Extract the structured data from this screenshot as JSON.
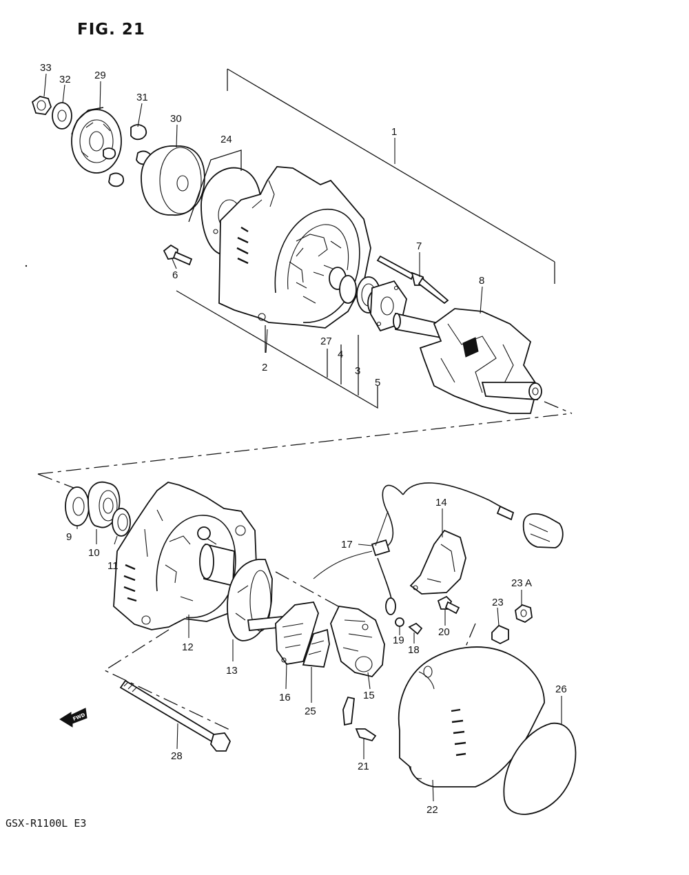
{
  "figure": {
    "title": "FIG. 21",
    "model": "GSX-R1100L E3",
    "fwd_badge": "FWD"
  },
  "callouts": [
    {
      "id": "33",
      "label": "33"
    },
    {
      "id": "32",
      "label": "32"
    },
    {
      "id": "29",
      "label": "29"
    },
    {
      "id": "31",
      "label": "31"
    },
    {
      "id": "30",
      "label": "30"
    },
    {
      "id": "24",
      "label": "24"
    },
    {
      "id": "1",
      "label": "1"
    },
    {
      "id": "7",
      "label": "7"
    },
    {
      "id": "8",
      "label": "8"
    },
    {
      "id": "6",
      "label": "6"
    },
    {
      "id": "27",
      "label": "27"
    },
    {
      "id": "4",
      "label": "4"
    },
    {
      "id": "3",
      "label": "3"
    },
    {
      "id": "5",
      "label": "5"
    },
    {
      "id": "2",
      "label": "2"
    },
    {
      "id": "9",
      "label": "9"
    },
    {
      "id": "10",
      "label": "10"
    },
    {
      "id": "11",
      "label": "11"
    },
    {
      "id": "14",
      "label": "14"
    },
    {
      "id": "17",
      "label": "17"
    },
    {
      "id": "23A",
      "label": "23 A"
    },
    {
      "id": "23",
      "label": "23"
    },
    {
      "id": "20",
      "label": "20"
    },
    {
      "id": "19",
      "label": "19"
    },
    {
      "id": "18",
      "label": "18"
    },
    {
      "id": "12",
      "label": "12"
    },
    {
      "id": "13",
      "label": "13"
    },
    {
      "id": "16",
      "label": "16"
    },
    {
      "id": "25",
      "label": "25"
    },
    {
      "id": "15",
      "label": "15"
    },
    {
      "id": "26",
      "label": "26"
    },
    {
      "id": "28",
      "label": "28"
    },
    {
      "id": "21",
      "label": "21"
    },
    {
      "id": "22",
      "label": "22"
    }
  ]
}
